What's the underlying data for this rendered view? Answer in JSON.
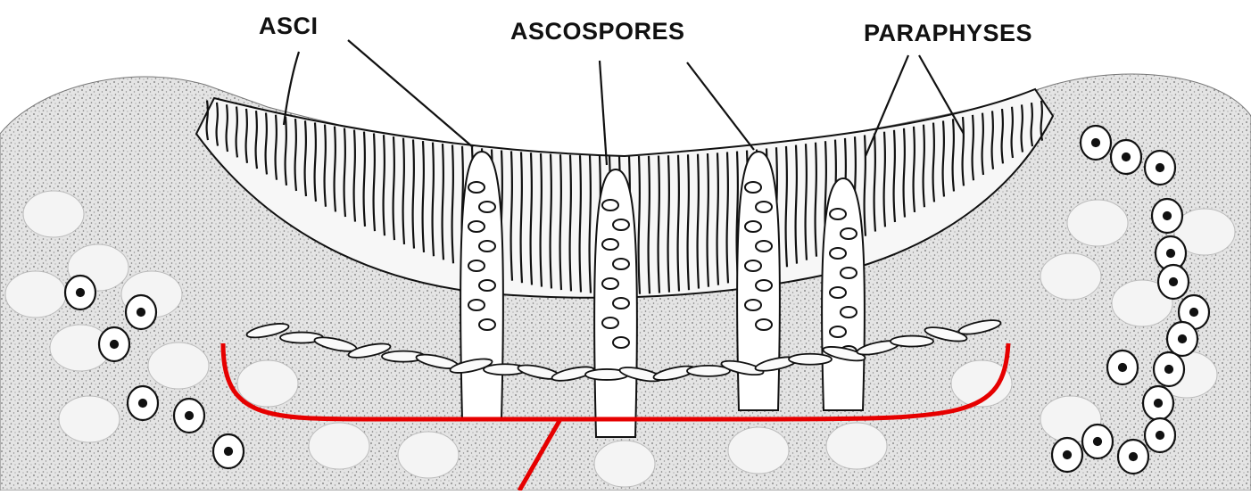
{
  "labels": {
    "asci": "ASCI",
    "ascospores": "ASCOSPORES",
    "paraphyses": "PARAPHYSES"
  },
  "colors": {
    "ink": "#111111",
    "stipple": "#8a8a8a",
    "tissue": "#d9d9d9",
    "bracket": "#e60000",
    "background": "#ffffff"
  }
}
